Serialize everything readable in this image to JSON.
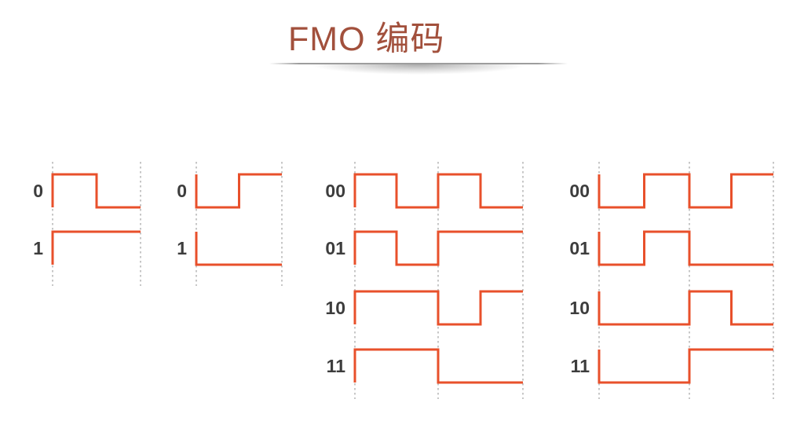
{
  "title": "FMO 编码",
  "colors": {
    "title": "#A2503C",
    "waveform": "#E8502B",
    "label": "#3D3D3D",
    "boundary": "#8F8F8F",
    "background": "#FFFFFF"
  },
  "diagram": {
    "description": "FM0 encoding waveforms: level H = high, L = low; each entry is one half-symbol interval; every symbol starts with a transition from the opposite level",
    "groups": [
      {
        "id": "one-bit-start-high",
        "bits_per_symbol": 1,
        "rows": [
          {
            "label": "0",
            "halves": [
              "H",
              "L"
            ]
          },
          {
            "label": "1",
            "halves": [
              "H",
              "H"
            ]
          }
        ]
      },
      {
        "id": "one-bit-start-low",
        "bits_per_symbol": 1,
        "rows": [
          {
            "label": "0",
            "halves": [
              "L",
              "H"
            ]
          },
          {
            "label": "1",
            "halves": [
              "L",
              "L"
            ]
          }
        ]
      },
      {
        "id": "two-bit-start-high",
        "bits_per_symbol": 2,
        "rows": [
          {
            "label": "00",
            "halves": [
              "H",
              "L",
              "H",
              "L"
            ]
          },
          {
            "label": "01",
            "halves": [
              "H",
              "L",
              "H",
              "H"
            ]
          },
          {
            "label": "10",
            "halves": [
              "H",
              "H",
              "L",
              "H"
            ]
          },
          {
            "label": "11",
            "halves": [
              "H",
              "H",
              "L",
              "L"
            ]
          }
        ]
      },
      {
        "id": "two-bit-start-low",
        "bits_per_symbol": 2,
        "rows": [
          {
            "label": "00",
            "halves": [
              "L",
              "H",
              "L",
              "H"
            ]
          },
          {
            "label": "01",
            "halves": [
              "L",
              "H",
              "L",
              "L"
            ]
          },
          {
            "label": "10",
            "halves": [
              "L",
              "L",
              "H",
              "L"
            ]
          },
          {
            "label": "11",
            "halves": [
              "L",
              "L",
              "H",
              "H"
            ]
          }
        ]
      }
    ]
  }
}
